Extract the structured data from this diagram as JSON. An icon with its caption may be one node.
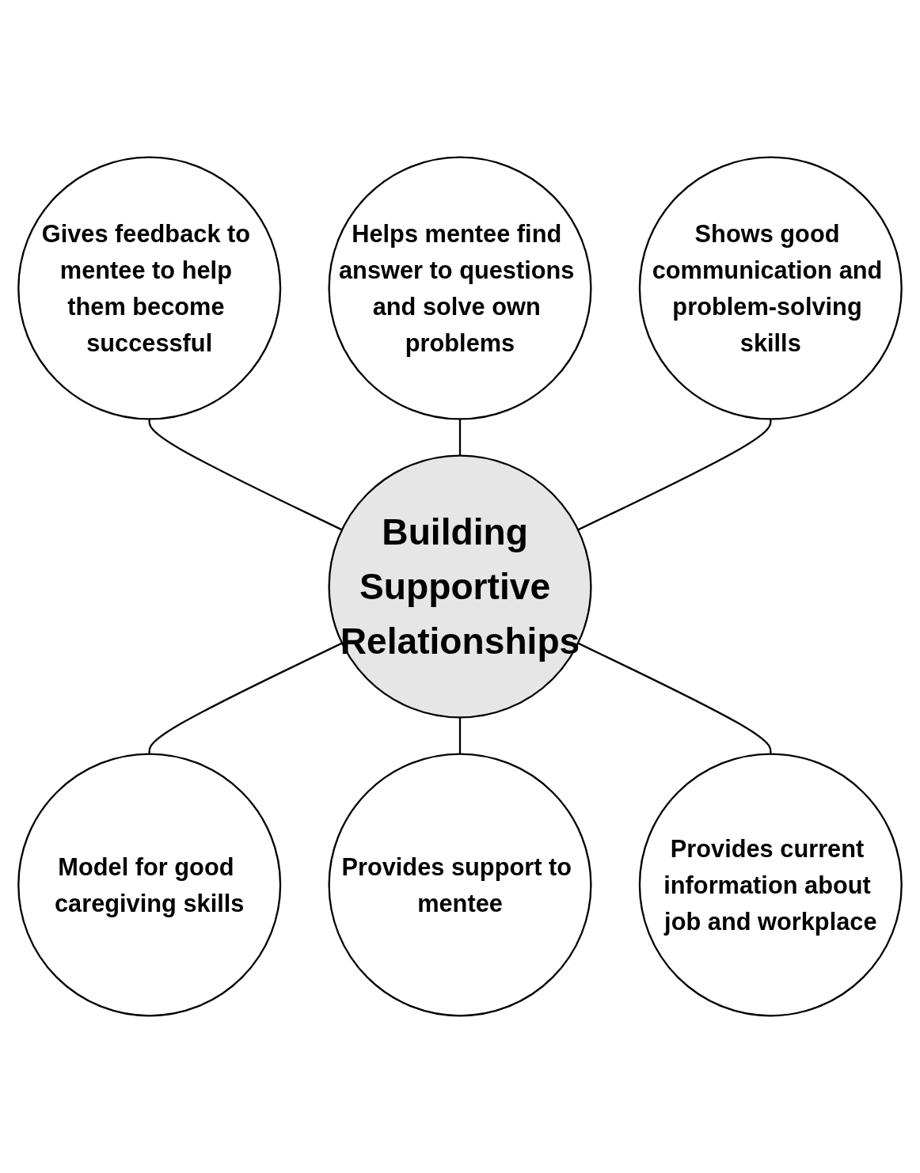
{
  "diagram": {
    "nodes": [
      {
        "text": [
          "Gives feedback to mentee to help them become successful"
        ]
      },
      {
        "text": [
          "Helps mentee find answer to questions and solve own problems"
        ]
      },
      {
        "text": [
          "Shows good communication and problem-solving skills"
        ]
      },
      {
        "text": [
          "Building Supportive Relationships"
        ]
      },
      {
        "text": [
          "Model for good caregiving skills"
        ]
      },
      {
        "text": [
          "Provides support to mentee"
        ]
      },
      {
        "text": [
          "Provides current information about job and workplace"
        ]
      }
    ],
    "edges": [
      {
        "from": 0,
        "to": 3,
        "arrow": "none"
      },
      {
        "from": 1,
        "to": 3,
        "arrow": "none"
      },
      {
        "from": 2,
        "to": 3,
        "arrow": "none"
      },
      {
        "from": 3,
        "to": 4,
        "arrow": "none"
      },
      {
        "from": 3,
        "to": 5,
        "arrow": "none"
      },
      {
        "from": 3,
        "to": 6,
        "arrow": "none"
      }
    ]
  }
}
